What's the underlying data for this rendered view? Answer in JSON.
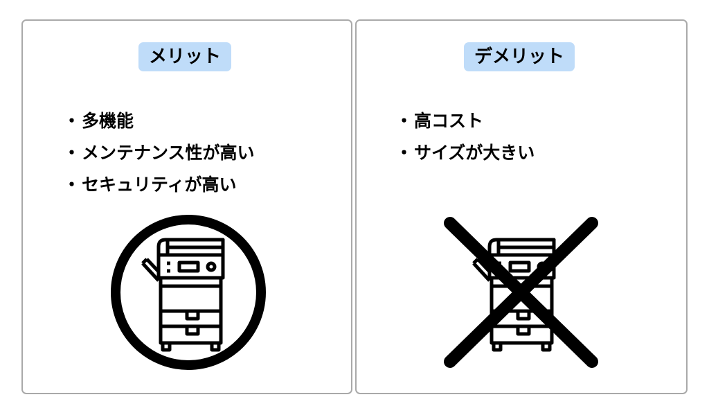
{
  "merit": {
    "title": "メリット",
    "items": [
      "多機能",
      "メンテナンス性が高い",
      "セキュリティが高い"
    ],
    "icon": "printer-in-circle-icon"
  },
  "demerit": {
    "title": "デメリット",
    "items": [
      "高コスト",
      "サイズが大きい"
    ],
    "icon": "printer-crossed-icon"
  },
  "colors": {
    "badge": "#bfdcf9",
    "border": "#a9a9a9"
  }
}
